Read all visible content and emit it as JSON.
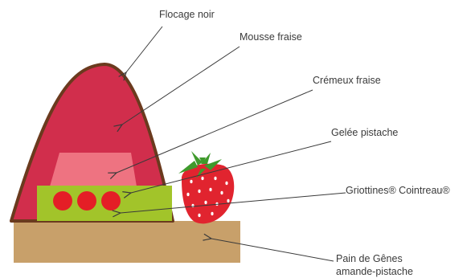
{
  "labels": {
    "flocage": "Flocage noir",
    "mousse": "Mousse fraise",
    "cremeux": "Crémeux fraise",
    "gelee": "Gelée pistache",
    "griottines": "Griottines® Cointreau®",
    "pain_line1": "Pain de Gênes",
    "pain_line2": "amande-pistache"
  },
  "colors": {
    "flocage": "#6b3a1e",
    "mousse": "#d12e4c",
    "cremeux": "#ee7381",
    "gelee": "#a2c42a",
    "griottines": "#e41e26",
    "pain": "#c8a06a",
    "strawberry": "#e1242f",
    "leaves": "#3f9a2c",
    "arrow": "#3a3a3a"
  }
}
